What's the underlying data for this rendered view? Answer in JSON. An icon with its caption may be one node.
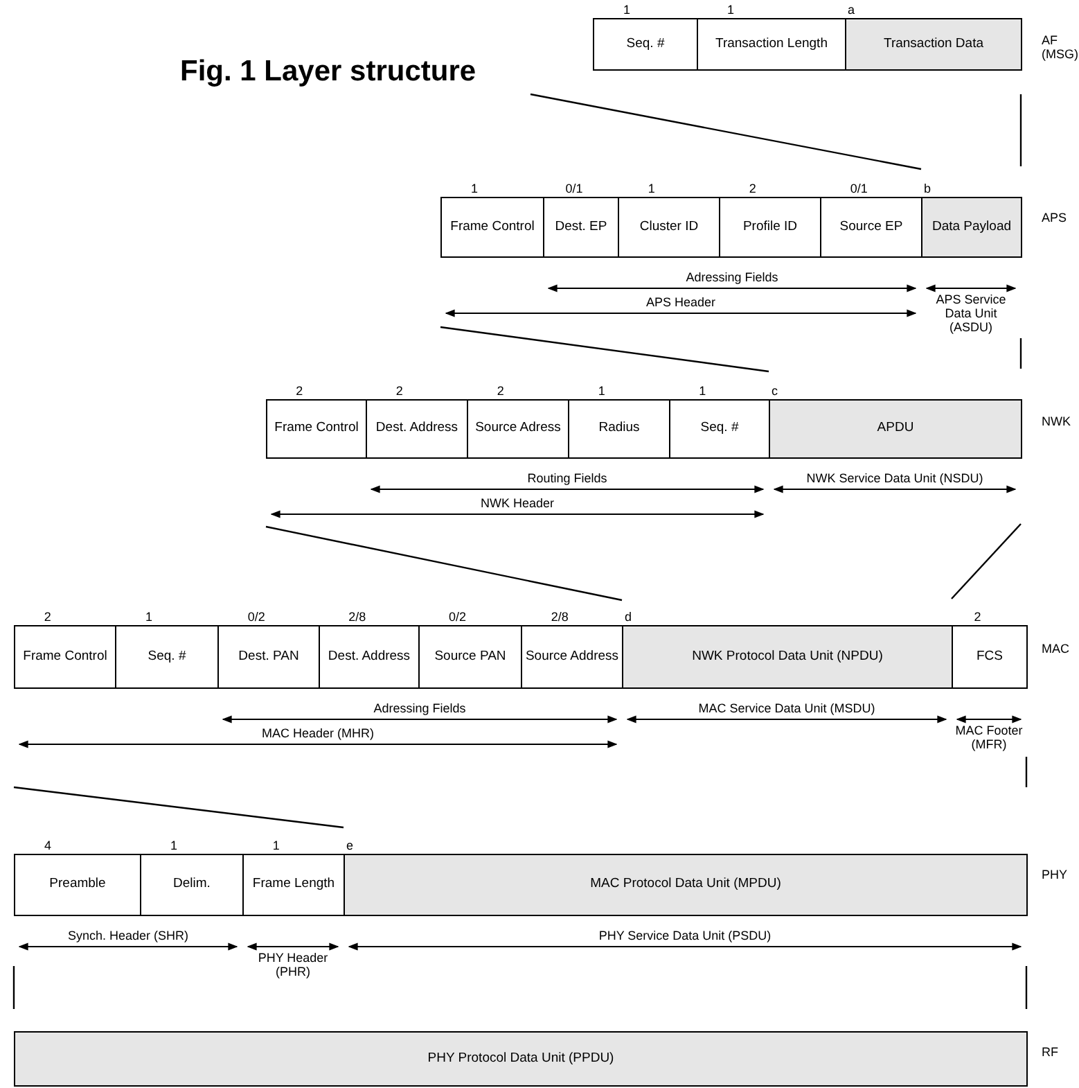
{
  "diagram": {
    "title": "Fig. 1 Layer structure",
    "nodes": [
      {
        "text": [
          "Seq. #"
        ],
        "beside": [
          "1"
        ]
      },
      {
        "text": [
          "Transaction Length"
        ],
        "beside": [
          "1"
        ]
      },
      {
        "text": [
          "Transaction Data"
        ],
        "beside": [
          "a"
        ]
      },
      {
        "text": [
          "Frame Control"
        ],
        "beside": [
          "1"
        ]
      },
      {
        "text": [
          "Dest. EP"
        ],
        "beside": [
          "0/1"
        ]
      },
      {
        "text": [
          "Cluster ID"
        ],
        "beside": [
          "1"
        ]
      },
      {
        "text": [
          "Profile ID"
        ],
        "beside": [
          "2"
        ]
      },
      {
        "text": [
          "Source EP"
        ],
        "beside": [
          "0/1"
        ]
      },
      {
        "text": [
          "Data Payload"
        ],
        "beside": [
          "b"
        ]
      },
      {
        "text": [
          "Frame Control"
        ],
        "beside": [
          "2"
        ]
      },
      {
        "text": [
          "Dest. Address"
        ],
        "beside": [
          "2"
        ]
      },
      {
        "text": [
          "Source Adress"
        ],
        "beside": [
          "2"
        ]
      },
      {
        "text": [
          "Radius"
        ],
        "beside": [
          "1"
        ]
      },
      {
        "text": [
          "Seq. #"
        ],
        "beside": [
          "1"
        ]
      },
      {
        "text": [
          "APDU"
        ],
        "beside": [
          "c"
        ]
      },
      {
        "text": [
          "Frame Control"
        ],
        "beside": [
          "2"
        ]
      },
      {
        "text": [
          "Seq. #"
        ],
        "beside": [
          "1"
        ]
      },
      {
        "text": [
          "Dest. PAN"
        ],
        "beside": [
          "0/2"
        ]
      },
      {
        "text": [
          "Dest. Address"
        ],
        "beside": [
          "2/8"
        ]
      },
      {
        "text": [
          "Source PAN"
        ],
        "beside": [
          "0/2"
        ]
      },
      {
        "text": [
          "Source Address"
        ],
        "beside": [
          "2/8"
        ]
      },
      {
        "text": [
          "NWK Protocol Data Unit (NPDU)"
        ],
        "beside": [
          "d"
        ]
      },
      {
        "text": [
          "FCS"
        ],
        "beside": [
          "2"
        ]
      },
      {
        "text": [
          "Preamble"
        ],
        "beside": [
          "4"
        ]
      },
      {
        "text": [
          "Delim."
        ],
        "beside": [
          "1"
        ]
      },
      {
        "text": [
          "Frame Length"
        ],
        "beside": [
          "1"
        ]
      },
      {
        "text": [
          "MAC Protocol Data Unit (MPDU)"
        ],
        "beside": [
          "e"
        ]
      },
      {
        "text": [
          "PHY Protocol Data Unit (PPDU)"
        ]
      }
    ],
    "labels": [
      "AF (MSG)",
      "APS",
      "Adressing Fields",
      "APS Service Data Unit (ASDU)",
      "APS Header",
      "NWK",
      "Routing Fields",
      "NWK Service Data Unit (NSDU)",
      "NWK Header",
      "MAC",
      "Adressing Fields",
      "MAC Service Data Unit (MSDU)",
      "MAC Footer (MFR)",
      "MAC Header (MHR)",
      "PHY",
      "Synch. Header (SHR)",
      "PHY Header (PHR)",
      "PHY Service Data Unit (PSDU)",
      "RF"
    ]
  }
}
